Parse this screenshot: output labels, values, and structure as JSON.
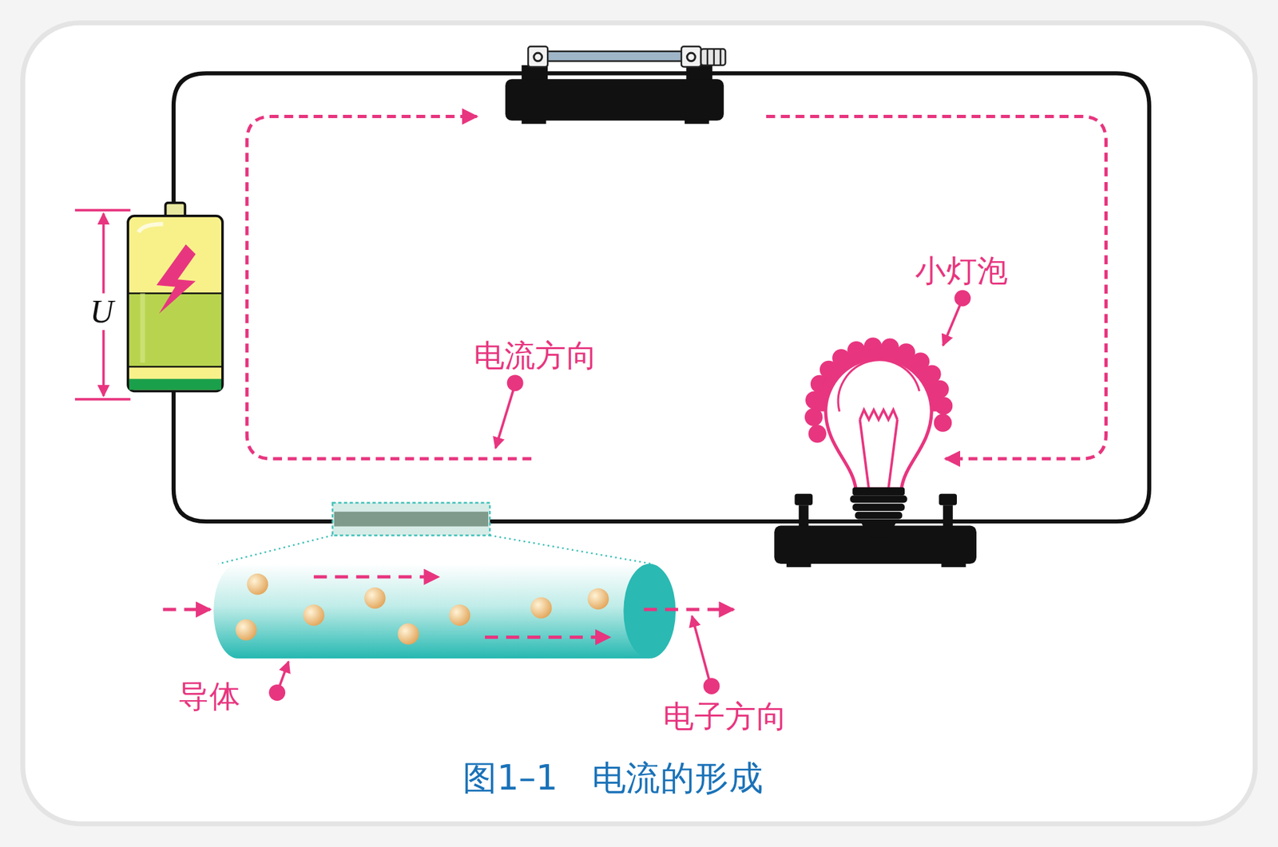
{
  "diagram": {
    "caption": "图1–1　电流的形成",
    "labels": [
      "U",
      "电流方向",
      "小灯泡",
      "导体",
      "电子方向"
    ]
  }
}
